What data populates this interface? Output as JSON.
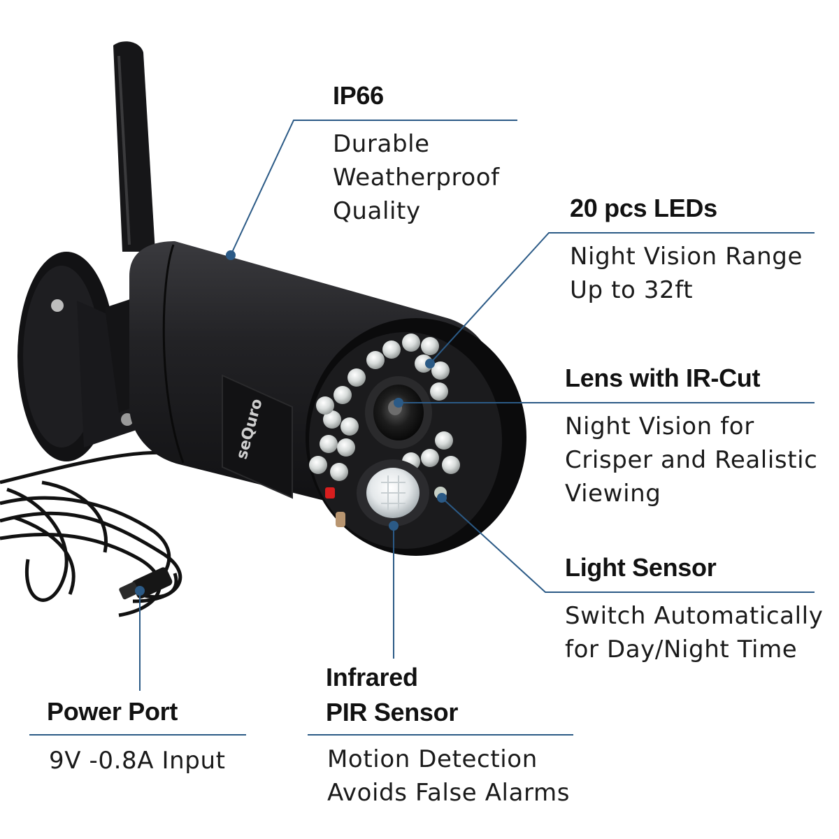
{
  "brand": {
    "logo_text": "seQuro"
  },
  "annotations": {
    "ip66": {
      "title": "IP66",
      "lines": [
        "Durable",
        "Weatherproof",
        "Quality"
      ]
    },
    "leds": {
      "title": "20 pcs LEDs",
      "lines": [
        "Night Vision Range",
        "Up to 32ft"
      ]
    },
    "lens": {
      "title": "Lens with IR-Cut",
      "lines": [
        "Night Vision for",
        "Crisper and Realistic",
        "Viewing"
      ]
    },
    "light": {
      "title": "Light Sensor",
      "lines": [
        "Switch Automatically",
        "for Day/Night Time"
      ]
    },
    "pir": {
      "title_lines": [
        "Infrared",
        "PIR Sensor"
      ],
      "lines": [
        "Motion Detection",
        "Avoids False Alarms"
      ]
    },
    "power": {
      "title": "Power Port",
      "lines": [
        "9V -0.8A Input"
      ]
    }
  },
  "colors": {
    "leader": "#2b5a86",
    "camera": "#1b1b1d",
    "led": "#dfe3e2",
    "indicator": "#d81e1e"
  }
}
